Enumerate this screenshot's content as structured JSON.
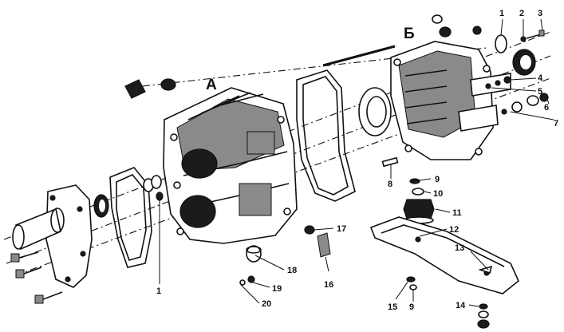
{
  "diagram": {
    "group_labels": {
      "front_housing": "А",
      "rear_housing": "Б"
    },
    "callouts": {
      "c1_top": "1",
      "c2": "2",
      "c3": "3",
      "c4": "4",
      "c5": "5",
      "c6": "6",
      "c7": "7",
      "c8": "8",
      "c9_top": "9",
      "c10": "10",
      "c11": "11",
      "c12": "12",
      "c13": "13",
      "c14": "14",
      "c15": "15",
      "c9_bottom": "9",
      "c16": "16",
      "c17": "17",
      "c18": "18",
      "c19": "19",
      "c20": "20",
      "c1_bottom": "1"
    }
  }
}
